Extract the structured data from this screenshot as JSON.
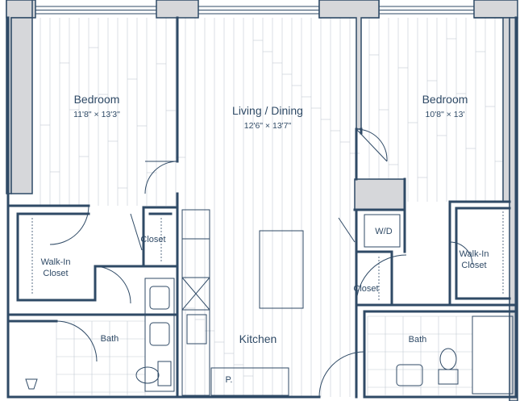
{
  "colors": {
    "wall": "#2f4a66",
    "wall_fill": "#d6d7da",
    "floor_line": "#c3cad3",
    "fixture": "#2f4a66"
  },
  "rooms": {
    "bedroom_left": {
      "name": "Bedroom",
      "dims": "11'8\" × 13'3\""
    },
    "living_dining": {
      "name": "Living / Dining",
      "dims": "12'6\" × 13'7\""
    },
    "bedroom_right": {
      "name": "Bedroom",
      "dims": "10'8\" × 13'"
    },
    "closet_left": {
      "name": "Closet"
    },
    "walkin_left": {
      "line1": "Walk-In",
      "line2": "Closet"
    },
    "bath_left": {
      "name": "Bath"
    },
    "kitchen": {
      "name": "Kitchen"
    },
    "pantry": {
      "name": "P."
    },
    "wd": {
      "name": "W/D"
    },
    "closet_right": {
      "name": "Closet"
    },
    "walkin_right": {
      "line1": "Walk-In",
      "line2": "Closet"
    },
    "bath_right": {
      "name": "Bath"
    }
  }
}
